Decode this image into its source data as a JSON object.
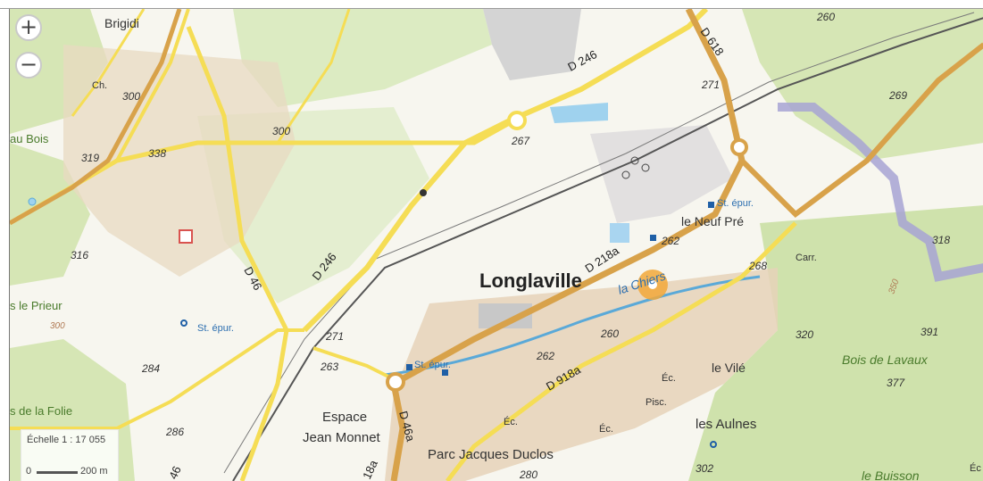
{
  "map": {
    "zoom_in_label": "+",
    "zoom_out_label": "−",
    "scale_label": "Échelle 1 : 17 055",
    "scale_zero": "0",
    "scale_distance": "200 m",
    "colors": {
      "background": "#ffffff",
      "forest": "#d6e6b5",
      "main_road": "#d8a24a",
      "secondary_road": "#f5dd55",
      "built": "#d9bfa0",
      "water": "#9fd2ee",
      "river": "#5aa9d8",
      "railway": "#555555",
      "border": "#a7a3d4",
      "marker": "#f2a83a"
    },
    "labels": {
      "brigidi": "Brigidi",
      "au_bois": "au Bois",
      "longlaville": "Longlaville",
      "le_neuf_pre": "le Neuf Pré",
      "st_epur_1": "St. épur.",
      "st_epur_2": "St. épur.",
      "st_epur_3": "St. épur.",
      "la_chiers": "la Chiers",
      "le_prieur": "s le Prieur",
      "de_la_folie": "s de la Folie",
      "espace_1": "Espace",
      "espace_2": "Jean Monnet",
      "parc": "Parc Jacques Duclos",
      "les_aulnes": "les Aulnes",
      "le_vile": "le Vilé",
      "bois_lavaux": "Bois de Lavaux",
      "le_buisson": "le Buisson",
      "ch": "Ch.",
      "carr": "Carr.",
      "ec_1": "Éc.",
      "ec_2": "Éc.",
      "ec_3": "Éc.",
      "ec_4": "Éc",
      "pisc": "Pisc."
    },
    "roads": {
      "d246_a": "D 246",
      "d246_b": "D 246",
      "d618": "D 618",
      "d218a": "D 218a",
      "d46": "D 46",
      "d918a": "D 918a",
      "d46a": "D 46a",
      "d18a": "18a",
      "d46_edge": "46"
    },
    "elevations": {
      "e260": "260",
      "e271a": "271",
      "e269": "269",
      "e300a": "300",
      "e300b": "300",
      "e267": "267",
      "e338": "338",
      "e319": "319",
      "e316": "316",
      "e262a": "262",
      "e268": "268",
      "e318": "318",
      "e271b": "271",
      "e263": "263",
      "e284": "284",
      "e262b": "262",
      "e260b": "260",
      "e320": "320",
      "e391": "391",
      "e377": "377",
      "e286": "286",
      "e280": "280",
      "e302": "302",
      "e350": "350",
      "e300c": "300"
    }
  }
}
